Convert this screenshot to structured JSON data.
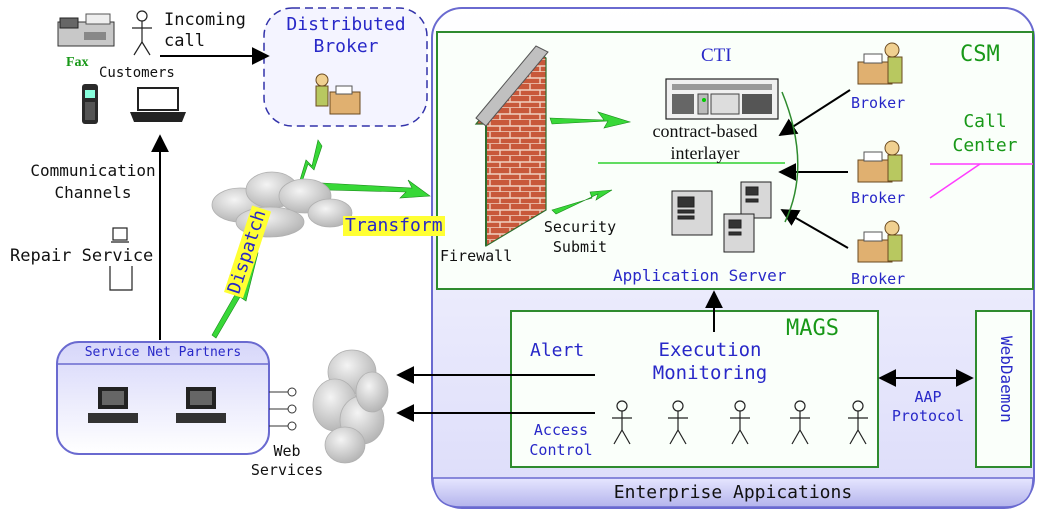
{
  "labels": {
    "incoming_call": "Incoming\ncall",
    "fax": "Fax",
    "customers": "Customers",
    "distributed_broker": "Distributed\nBroker",
    "communication_channels": "Communication\nChannels",
    "repair_service": "Repair Service",
    "transform": "Transform",
    "dispatch": "Dispatch",
    "firewall": "Firewall",
    "security_submit": "Security\nSubmit",
    "cti": "CTI",
    "contract_interlayer": "contract-based\ninterlayer",
    "application_server": "Application Server",
    "csm": "CSM",
    "call_center": "Call\nCenter",
    "broker_1": "Broker",
    "broker_2": "Broker",
    "broker_3": "Broker",
    "service_net_partners": "Service Net Partners",
    "web_services": "Web\nServices",
    "alert": "Alert",
    "access_control": "Access\nControl",
    "execution_monitoring": "Execution\nMonitoring",
    "mags": "MAGS",
    "aap_protocol": "AAP\nProtocol",
    "webdaemon": "WebDaemon",
    "enterprise_applications": "Enterprise Appications"
  },
  "colors": {
    "box_border": "#6a6ad0",
    "box_fill": "#ebebff",
    "green_border": "#2e8b2e",
    "label_blue": "#2828c8",
    "label_green": "#189818",
    "highlight": "#ffff33",
    "lightning": "#2ed02e",
    "brick": "#c85a3c",
    "cloud": "#c8c8c8",
    "pink_line": "#ff3cff"
  }
}
